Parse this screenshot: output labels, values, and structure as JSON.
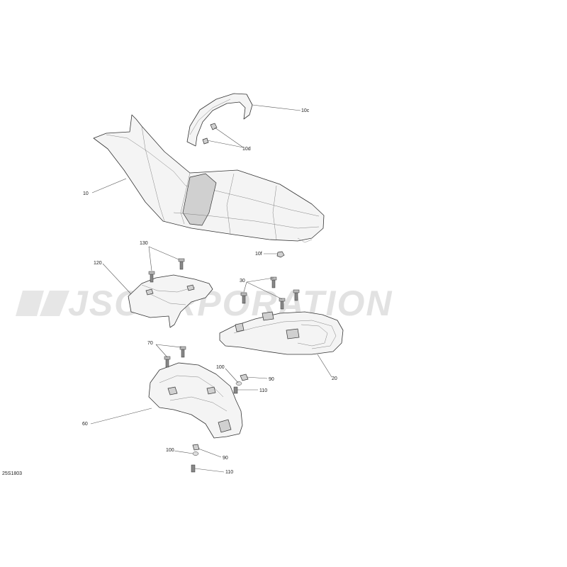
{
  "watermark": {
    "text": "JSCORPORATION",
    "color": "#e2e2e2"
  },
  "diagram_code": "25S1803",
  "callouts": {
    "c10": "10",
    "c10c": "10c",
    "c10d": "10d",
    "c10f": "10f",
    "c120": "120",
    "c130": "130",
    "c30": "30",
    "c20": "20",
    "c70": "70",
    "c100a": "100",
    "c90a": "90",
    "c110a": "110",
    "c60": "60",
    "c100b": "100",
    "c90b": "90",
    "c110b": "110"
  }
}
